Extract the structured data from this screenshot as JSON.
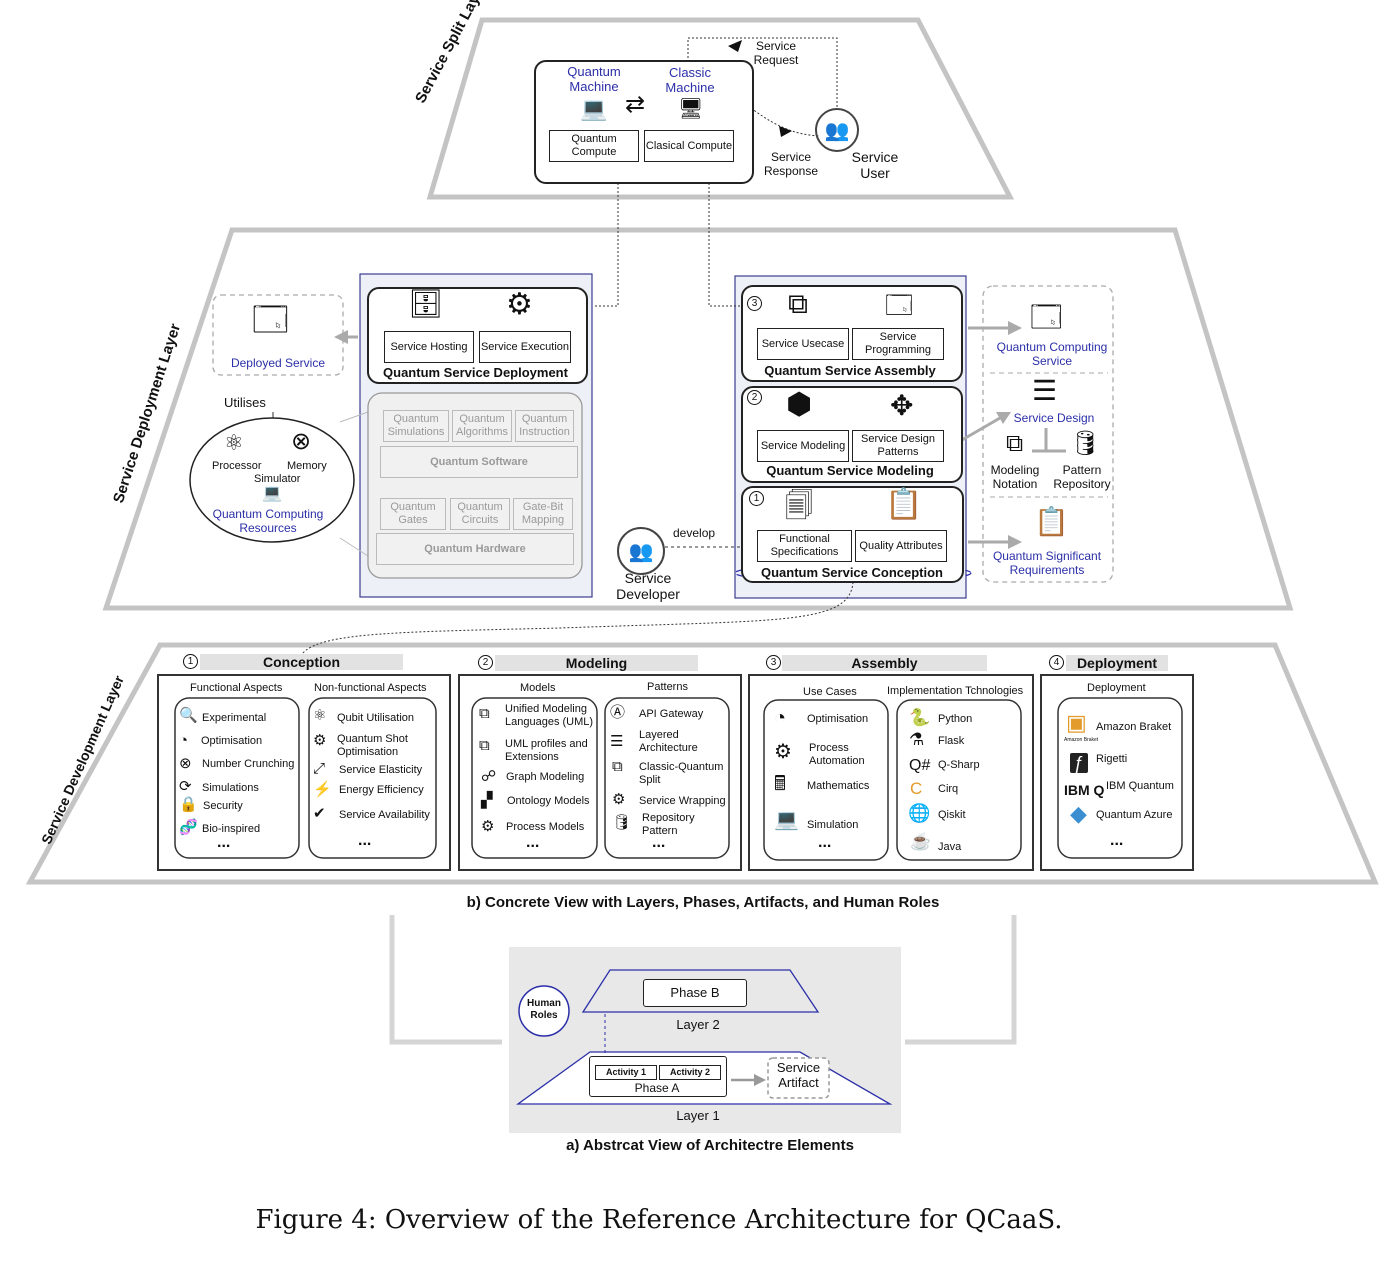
{
  "split_layer": {
    "label": "Service Split Layer",
    "quantum_machine": "Quantum Machine",
    "classic_machine": "Classic Machine",
    "quantum_compute": "Quantum Compute",
    "classical_compute": "Clasical Compute",
    "service_request": "Service Request",
    "service_response": "Service Response",
    "service_user": "Service User"
  },
  "deployment_layer": {
    "label": "Service Deployment Layer",
    "deployed_service": "Deployed Service",
    "utilises": "Utilises",
    "processor_simulator": "Processor Simulator",
    "processor": "Processor",
    "simulator": "Simulator",
    "memory": "Memory",
    "quantum_computing_resources": "Quantum Computing Resources",
    "service_hosting": "Service Hosting",
    "service_execution": "Service Execution",
    "quantum_service_deployment": "Quantum Service Deployment",
    "quantum_simulations": "Quantum Simulations",
    "quantum_algorithms": "Quantum Algorithms",
    "quantum_instruction": "Quantum Instruction",
    "quantum_software": "Quantum Software",
    "quantum_gates": "Quantum Gates",
    "quantum_circuits": "Quantum Circuits",
    "gate_bit_mapping": "Gate-Bit Mapping",
    "quantum_hardware": "Quantum Hardware",
    "service_developer": "Service Developer",
    "develop": "develop",
    "num3": "3",
    "num2": "2",
    "num1": "1",
    "service_usecase": "Service Usecase",
    "service_programming": "Service Programming",
    "quantum_service_assembly": "Quantum Service Assembly",
    "service_modeling": "Service Modeling",
    "service_design_patterns": "Service Design Patterns",
    "quantum_service_modeling": "Quantum Service Modeling",
    "functional_specifications": "Functional Specifications",
    "quality_attributes": "Quality Attributes",
    "quantum_service_conception": "Quantum Service Conception",
    "quantum_computing_service": "Quantum Computing Service",
    "service_design": "Service Design",
    "modeling_notation": "Modeling Notation",
    "pattern_repository": "Pattern Repository",
    "quantum_significant_requirements": "Quantum Significant Requirements"
  },
  "development_layer": {
    "label": "Service Development Layer",
    "conception": {
      "num": "1",
      "title": "Conception",
      "functional_title": "Functional Aspects",
      "functional": [
        "Experimental",
        "Optimisation",
        "Number Crunching",
        "Simulations",
        "Security",
        "Bio-inspired"
      ],
      "nonfunctional_title": "Non-functional Aspects",
      "nonfunctional": [
        "Qubit Utilisation",
        "Quantum Shot Optimisation",
        "Service Elasticity",
        "Energy Efficiency",
        "Service Availability"
      ]
    },
    "modeling": {
      "num": "2",
      "title": "Modeling",
      "models_title": "Models",
      "models": [
        "Unified Modeling Languages (UML)",
        "UML profiles and Extensions",
        "Graph Modeling",
        "Ontology Models",
        "Process Models"
      ],
      "patterns_title": "Patterns",
      "patterns": [
        "API Gateway",
        "Layered Architecture",
        "Classic-Quantum Split",
        "Service Wrapping",
        "Repository Pattern"
      ]
    },
    "assembly": {
      "num": "3",
      "title": "Assembly",
      "usecases_title": "Use Cases",
      "usecases": [
        "Optimisation",
        "Process Automation",
        "Mathematics",
        "Simulation"
      ],
      "tech_title": "Implementation Tchnologies",
      "tech": [
        "Python",
        "Flask",
        "Q-Sharp",
        "Cirq",
        "Qiskit",
        "Java"
      ]
    },
    "deployment": {
      "num": "4",
      "title": "Deployment",
      "sub_title": "Deployment",
      "items": [
        "Amazon Braket",
        "Rigetti",
        "IBM Quantum",
        "Quantum Azure"
      ],
      "amazon_tiny": "Amazon Braket",
      "ibm_logo": "IBM Q"
    },
    "ellipsis": "..."
  },
  "concrete_caption": "b) Concrete View with Layers, Phases, Artifacts, and Human Roles",
  "abstract": {
    "human_roles": "Human Roles",
    "phase_b": "Phase B",
    "layer2": "Layer 2",
    "activity1": "Activity 1",
    "activity2": "Activity 2",
    "phase_a": "Phase A",
    "service_artifact": "Service Artifact",
    "layer1": "Layer 1",
    "caption": "a) Abstrcat View of Architectre Elements"
  },
  "figure_caption": "Figure 4:   Overview of the Reference Architecture for QCaaS.",
  "colors": {
    "blue": "#2b2fa8",
    "gray_layer": "#bdbdbd",
    "gray_fill": "#e6e6e6"
  }
}
